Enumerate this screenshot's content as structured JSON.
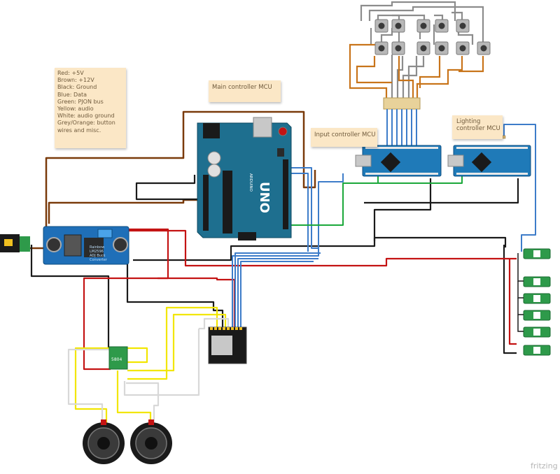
{
  "legend_lines": [
    "Red: +5V",
    "Brown: +12V",
    "Black: Ground",
    "Blue: Data",
    "Green: PJON bus",
    "Yellow: audio",
    "White: audio ground",
    "Grey/Orange: button",
    "wires and misc."
  ],
  "labels": {
    "main_controller": "Main controller MCU",
    "input_controller": "Input controller MCU",
    "lighting_controller_line1": "Lighting",
    "lighting_controller_line2": "controller MCU"
  },
  "board_text": {
    "uno_text": "UNO",
    "arduino_text": "ARDUINO",
    "regulator_text_1": "Rainbow",
    "regulator_text_2": "LM2596",
    "regulator_text_3": "ADJ Buck",
    "regulator_text_4": "Converter",
    "amp_text": "5804"
  },
  "watermark": "fritzing",
  "wire_colors": {
    "red": "#c41313",
    "brown": "#7a3a0a",
    "black": "#1a1a1a",
    "blue": "#3d7cc9",
    "green": "#1aa83a",
    "yellow": "#f2e600",
    "white": "#d8d8d8",
    "grey": "#8c8c8c",
    "orange": "#c8741a",
    "board_blue": "#1f7ab8",
    "arduino_teal": "#1e6f8f"
  }
}
